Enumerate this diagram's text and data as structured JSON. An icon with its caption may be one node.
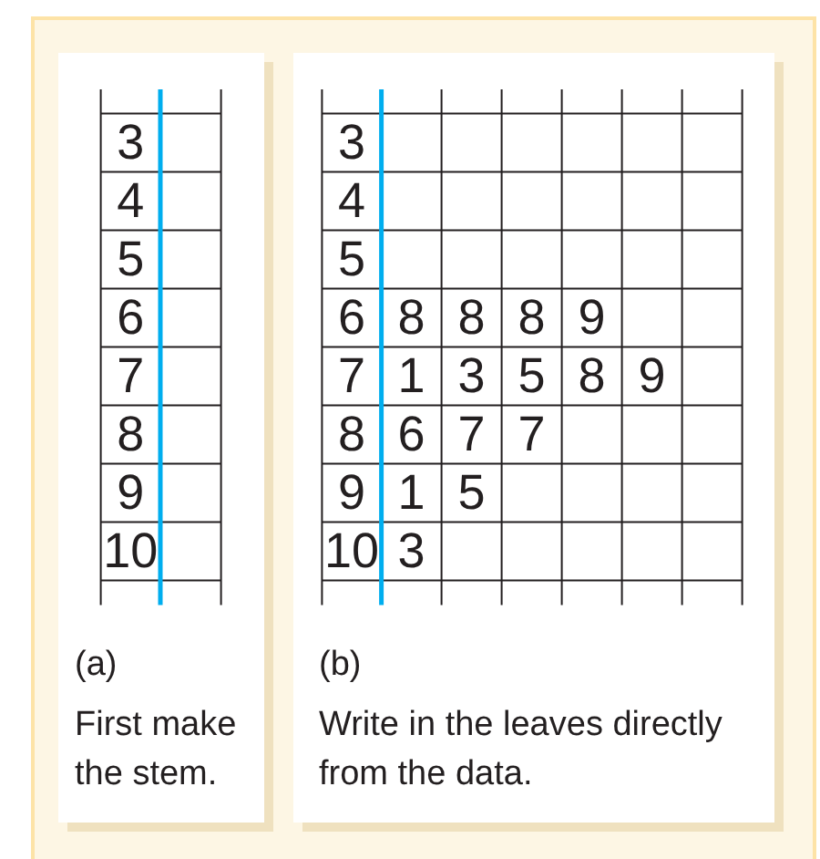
{
  "diagram": {
    "nodes": [
      {
        "text": [
          "(a)",
          "First make the stem."
        ]
      },
      {
        "text": [
          "(b)",
          "Write in the leaves directly from the data."
        ]
      }
    ],
    "labels": [
      "3",
      "4",
      "5",
      "6",
      "7",
      "8",
      "9",
      "10",
      "3",
      "4",
      "5",
      "6",
      "8",
      "8",
      "8",
      "9",
      "7",
      "1",
      "3",
      "5",
      "8",
      "9",
      "8",
      "6",
      "7",
      "7",
      "9",
      "1",
      "5",
      "10",
      "3"
    ]
  }
}
